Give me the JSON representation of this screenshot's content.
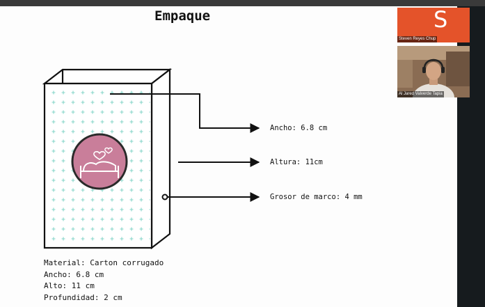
{
  "slide": {
    "title": "Empaque",
    "labels": {
      "ancho": "Ancho: 6.8 cm",
      "altura": "Altura: 11cm",
      "grosor": "Grosor de marco: 4 mm"
    },
    "specs": [
      "Material: Carton corrugado",
      "Ancho: 6.8 cm",
      "Alto: 11 cm",
      "Profundidad: 2 cm"
    ]
  },
  "participants": [
    {
      "name": "Steven Reyes Chup",
      "avatar_letter": "S",
      "color": "#e4532a"
    },
    {
      "name": "Al Jared Valverde Tapia",
      "color": "#8a6c53"
    }
  ],
  "colors": {
    "box_pattern": "#86d6c9",
    "logo_circle": "#c97e9a",
    "logo_ring": "#2a2a2a",
    "right_bar": "#161b1e"
  },
  "icons": {
    "logo": "heart-bed-icon"
  }
}
